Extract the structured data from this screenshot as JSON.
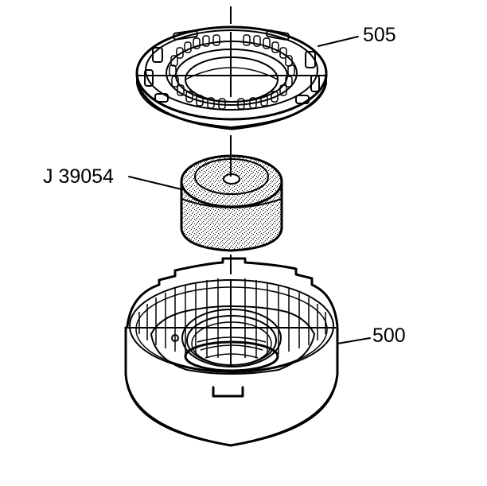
{
  "diagram": {
    "type": "exploded-assembly-line-art",
    "background": "#ffffff",
    "ink_color": "#000000",
    "components": [
      {
        "id": "bearing",
        "callout": "505",
        "description": "thrust bearing assembly (upper ring with rollers)"
      },
      {
        "id": "tool",
        "callout": "J 39054",
        "description": "special installer tool (stippled cylinder)"
      },
      {
        "id": "housing",
        "callout": "500",
        "description": "clutch housing / drum (lower)"
      }
    ],
    "callouts": {
      "bearing": "505",
      "tool": "J 39054",
      "housing": "500"
    },
    "centerline": "vertical alignment axis through all components"
  }
}
